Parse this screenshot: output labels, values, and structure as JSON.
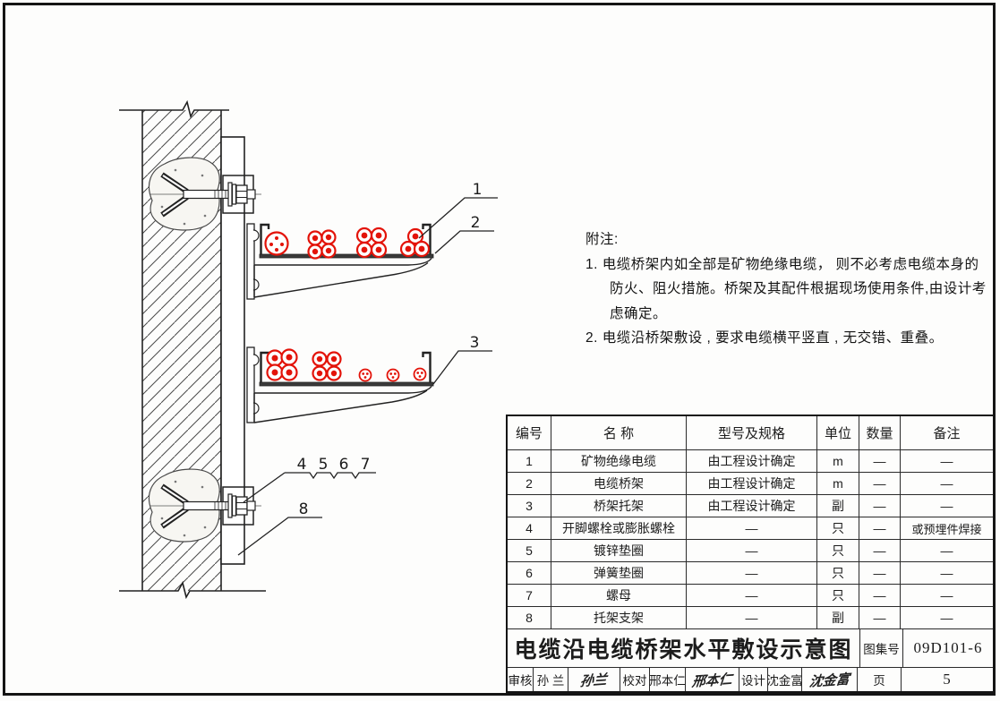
{
  "colors": {
    "cable_red": "#e31309",
    "ink": "#1c1c1c"
  },
  "callouts": [
    "1",
    "2",
    "3",
    "4",
    "5",
    "6",
    "7",
    "8"
  ],
  "notes": {
    "heading": "附注:",
    "line1": "1. 电缆桥架内如全部是矿物绝缘电缆， 则不必考虑电缆本身的",
    "line2": "防火、阻火措施。桥架及其配件根据现场使用条件,由设计考",
    "line3": "虑确定。",
    "line4": "2. 电缆沿桥架敷设 , 要求电缆横平竖直 , 无交错、重叠。"
  },
  "table": {
    "headers": [
      "编号",
      "名  称",
      "型号及规格",
      "单位",
      "数量",
      "备注"
    ],
    "rows": [
      [
        "1",
        "矿物绝缘电缆",
        "由工程设计确定",
        "m",
        "—",
        "—"
      ],
      [
        "2",
        "电缆桥架",
        "由工程设计确定",
        "m",
        "—",
        "—"
      ],
      [
        "3",
        "桥架托架",
        "由工程设计确定",
        "副",
        "—",
        "—"
      ],
      [
        "4",
        "开脚螺栓或膨胀螺栓",
        "—",
        "只",
        "—",
        "或预埋件焊接"
      ],
      [
        "5",
        "镀锌垫圈",
        "—",
        "只",
        "—",
        "—"
      ],
      [
        "6",
        "弹簧垫圈",
        "—",
        "只",
        "—",
        "—"
      ],
      [
        "7",
        "螺母",
        "—",
        "只",
        "—",
        "—"
      ],
      [
        "8",
        "托架支架",
        "—",
        "副",
        "—",
        "—"
      ]
    ]
  },
  "titleblock": {
    "title": "电缆沿电缆桥架水平敷设示意图",
    "atlas_label": "图集号",
    "atlas_number": "09D101-6",
    "page_label": "页",
    "page_number": "5",
    "reviewer_label": "审核",
    "reviewer_name": "孙 兰",
    "reviewer_sig": "孙兰",
    "checker_label": "校对",
    "checker_name": "邢本仁",
    "checker_sig": "邢本仁",
    "designer_label": "设计",
    "designer_name": "沈金富",
    "designer_sig": "沈金富"
  }
}
